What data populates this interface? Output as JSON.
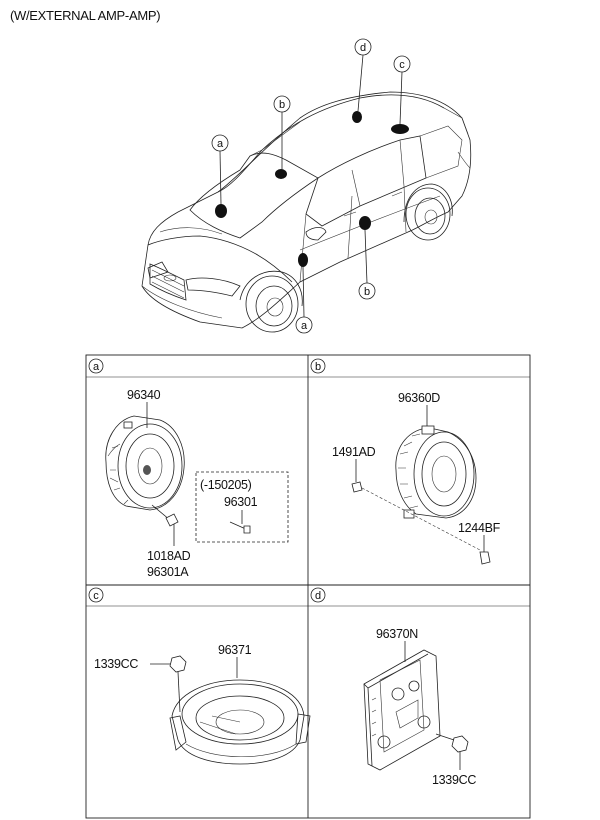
{
  "header": {
    "note": "(W/EXTERNAL AMP-AMP)"
  },
  "car_callouts": {
    "a_top": "a",
    "b_top": "b",
    "d_top": "d",
    "c_top": "c",
    "b_bottom": "b",
    "a_bottom": "a"
  },
  "sections": {
    "a": {
      "letter": "a",
      "part_main": "96340",
      "part_screw_1": "1018AD",
      "part_screw_2": "96301A",
      "box_date": "(-150205)",
      "box_part": "96301"
    },
    "b": {
      "letter": "b",
      "part_main": "96360D",
      "part_clip": "1491AD",
      "part_screw": "1244BF"
    },
    "c": {
      "letter": "c",
      "part_main": "96371",
      "part_nut": "1339CC"
    },
    "d": {
      "letter": "d",
      "part_main": "96370N",
      "part_nut": "1339CC"
    }
  }
}
